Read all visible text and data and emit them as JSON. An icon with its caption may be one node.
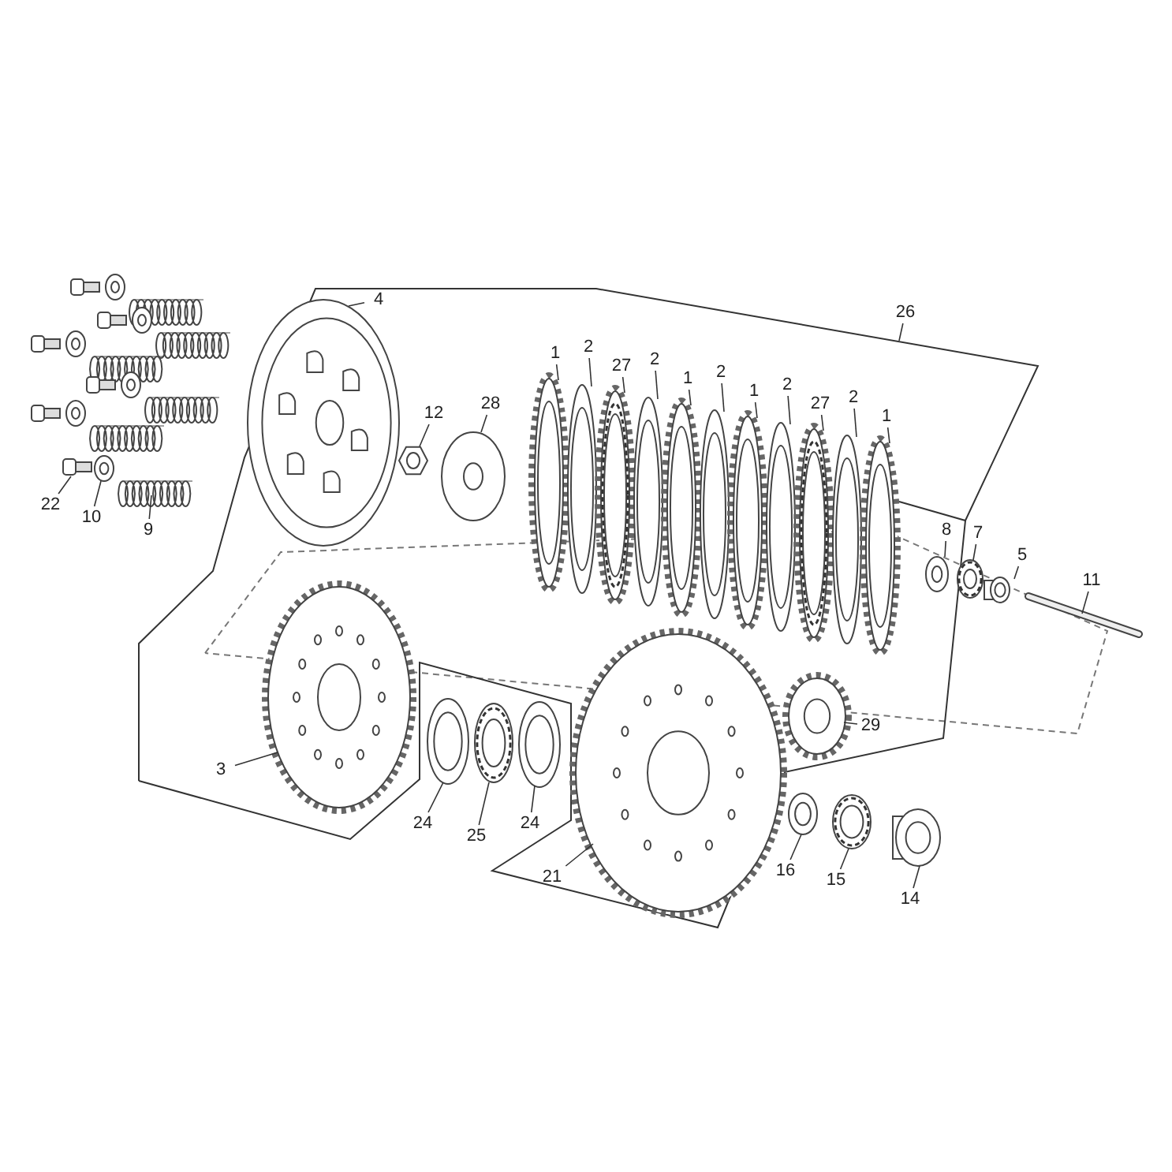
{
  "diagram": {
    "nodes": [
      {
        "text": [
          "22"
        ]
      },
      {
        "text": [],
        "shape": "picture"
      },
      {
        "text": [
          "10"
        ]
      },
      {
        "text": [],
        "shape": "picture"
      },
      {
        "text": [
          "9"
        ]
      },
      {
        "text": [],
        "shape": "picture"
      },
      {
        "text": [
          "4"
        ]
      },
      {
        "text": [],
        "shape": "picture"
      },
      {
        "text": [
          "12"
        ]
      },
      {
        "text": [],
        "shape": "picture"
      },
      {
        "text": [
          "28"
        ]
      },
      {
        "text": [],
        "shape": "picture"
      },
      {
        "text": [
          "26"
        ]
      },
      {
        "text": [
          "1"
        ]
      },
      {
        "text": [],
        "shape": "picture"
      },
      {
        "text": [
          "2"
        ]
      },
      {
        "text": [],
        "shape": "picture"
      },
      {
        "text": [
          "27"
        ]
      },
      {
        "text": [],
        "shape": "picture"
      },
      {
        "text": [
          "2"
        ]
      },
      {
        "text": [],
        "shape": "picture"
      },
      {
        "text": [
          "1"
        ]
      },
      {
        "text": [],
        "shape": "picture"
      },
      {
        "text": [
          "2"
        ]
      },
      {
        "text": [],
        "shape": "picture"
      },
      {
        "text": [
          "1"
        ]
      },
      {
        "text": [],
        "shape": "picture"
      },
      {
        "text": [
          "2"
        ]
      },
      {
        "text": [],
        "shape": "picture"
      },
      {
        "text": [
          "27"
        ]
      },
      {
        "text": [],
        "shape": "picture"
      },
      {
        "text": [
          "2"
        ]
      },
      {
        "text": [],
        "shape": "picture"
      },
      {
        "text": [
          "1"
        ]
      },
      {
        "text": [],
        "shape": "picture"
      },
      {
        "text": [
          "8"
        ]
      },
      {
        "text": [],
        "shape": "picture"
      },
      {
        "text": [
          "7"
        ]
      },
      {
        "text": [],
        "shape": "picture"
      },
      {
        "text": [
          "5"
        ]
      },
      {
        "text": [],
        "shape": "picture"
      },
      {
        "text": [
          "11"
        ]
      },
      {
        "text": [],
        "shape": "picture"
      },
      {
        "text": [
          "3"
        ]
      },
      {
        "text": [],
        "shape": "picture"
      },
      {
        "text": [
          "24"
        ]
      },
      {
        "text": [],
        "shape": "picture"
      },
      {
        "text": [
          "25"
        ]
      },
      {
        "text": [],
        "shape": "picture"
      },
      {
        "text": [
          "24"
        ]
      },
      {
        "text": [],
        "shape": "picture"
      },
      {
        "text": [
          "21"
        ]
      },
      {
        "text": [],
        "shape": "picture"
      },
      {
        "text": [
          "29"
        ]
      },
      {
        "text": [],
        "shape": "picture"
      },
      {
        "text": [
          "16"
        ]
      },
      {
        "text": [],
        "shape": "picture"
      },
      {
        "text": [
          "15"
        ]
      },
      {
        "text": [],
        "shape": "picture"
      },
      {
        "text": [
          "14"
        ]
      },
      {
        "text": [],
        "shape": "picture"
      }
    ],
    "edges": [
      {
        "from": 0,
        "to": 1,
        "arrow": "none"
      },
      {
        "from": 2,
        "to": 3,
        "arrow": "none"
      },
      {
        "from": 4,
        "to": 5,
        "arrow": "none"
      },
      {
        "from": 6,
        "to": 7,
        "arrow": "none"
      },
      {
        "from": 8,
        "to": 9,
        "arrow": "none"
      },
      {
        "from": 10,
        "to": 11,
        "arrow": "none"
      },
      {
        "from": 12,
        "to": null,
        "arrow": "none"
      },
      {
        "from": 13,
        "to": 14,
        "arrow": "none"
      },
      {
        "from": 15,
        "to": 16,
        "arrow": "none"
      },
      {
        "from": 17,
        "to": 18,
        "arrow": "none"
      },
      {
        "from": 19,
        "to": 20,
        "arrow": "none"
      },
      {
        "from": 21,
        "to": 22,
        "arrow": "none"
      },
      {
        "from": 23,
        "to": 24,
        "arrow": "none"
      },
      {
        "from": 25,
        "to": 26,
        "arrow": "none"
      },
      {
        "from": 27,
        "to": 28,
        "arrow": "none"
      },
      {
        "from": 29,
        "to": 30,
        "arrow": "none"
      },
      {
        "from": 31,
        "to": 32,
        "arrow": "none"
      },
      {
        "from": 33,
        "to": 34,
        "arrow": "none"
      },
      {
        "from": 35,
        "to": 36,
        "arrow": "none"
      },
      {
        "from": 37,
        "to": 38,
        "arrow": "none"
      },
      {
        "from": 39,
        "to": 40,
        "arrow": "none"
      },
      {
        "from": 41,
        "to": 42,
        "arrow": "none"
      },
      {
        "from": 43,
        "to": 44,
        "arrow": "none"
      },
      {
        "from": 45,
        "to": 46,
        "arrow": "none"
      },
      {
        "from": 47,
        "to": 48,
        "arrow": "none"
      },
      {
        "from": 49,
        "to": 50,
        "arrow": "none"
      },
      {
        "from": 51,
        "to": 52,
        "arrow": "none"
      },
      {
        "from": 53,
        "to": 54,
        "arrow": "none"
      },
      {
        "from": 55,
        "to": 56,
        "arrow": "none"
      },
      {
        "from": 57,
        "to": 58,
        "arrow": "none"
      },
      {
        "from": 59,
        "to": 60,
        "arrow": "none"
      }
    ]
  }
}
